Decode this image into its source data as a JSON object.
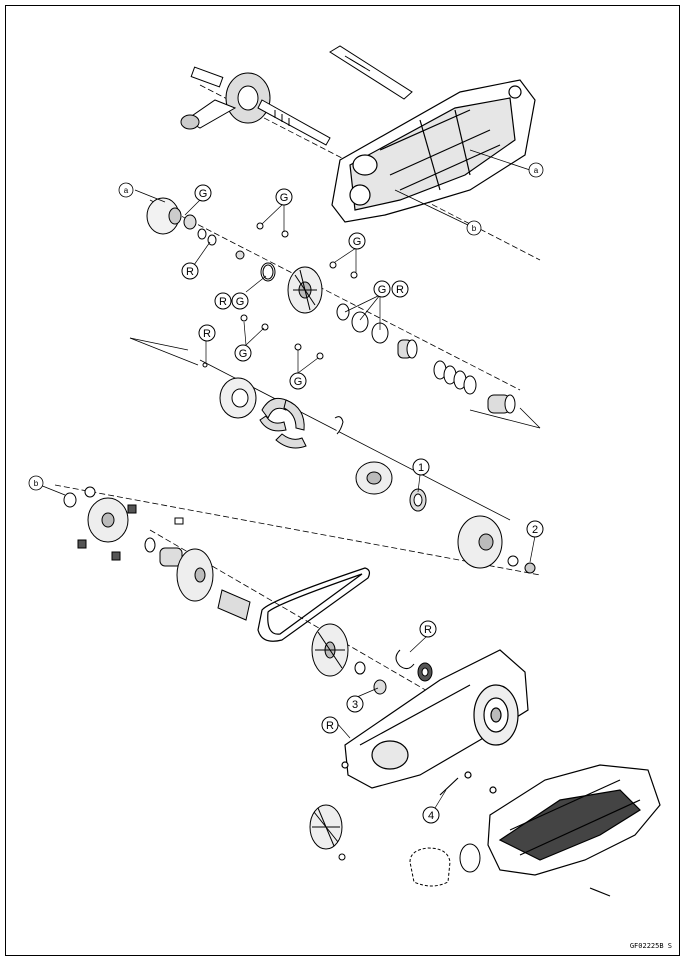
{
  "figure_code": "GF02225B  S",
  "labels": {
    "a": "a",
    "b": "b",
    "g": "G",
    "r": "R",
    "c1": "1",
    "c2": "2",
    "c3": "3",
    "c4": "4"
  }
}
